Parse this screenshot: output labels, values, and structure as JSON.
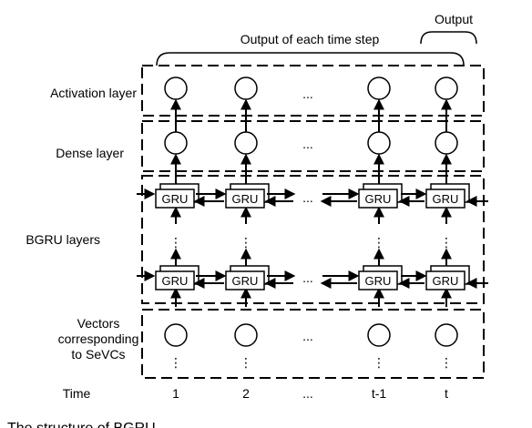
{
  "top_labels": {
    "output_each": "Output of each time step",
    "output": "Output"
  },
  "layers": {
    "activation": "Activation layer",
    "dense": "Dense layer",
    "bgru": "BGRU layers",
    "vectors_1": "Vectors",
    "vectors_2": "corresponding",
    "vectors_3": "to SeVCs"
  },
  "gru_label": "GRU",
  "ellipsis": "...",
  "vdots": "⋮",
  "time_label": "Time",
  "time_steps": [
    "1",
    "2",
    "...",
    "t-1",
    "t"
  ],
  "caption": "The structure of BGRU"
}
